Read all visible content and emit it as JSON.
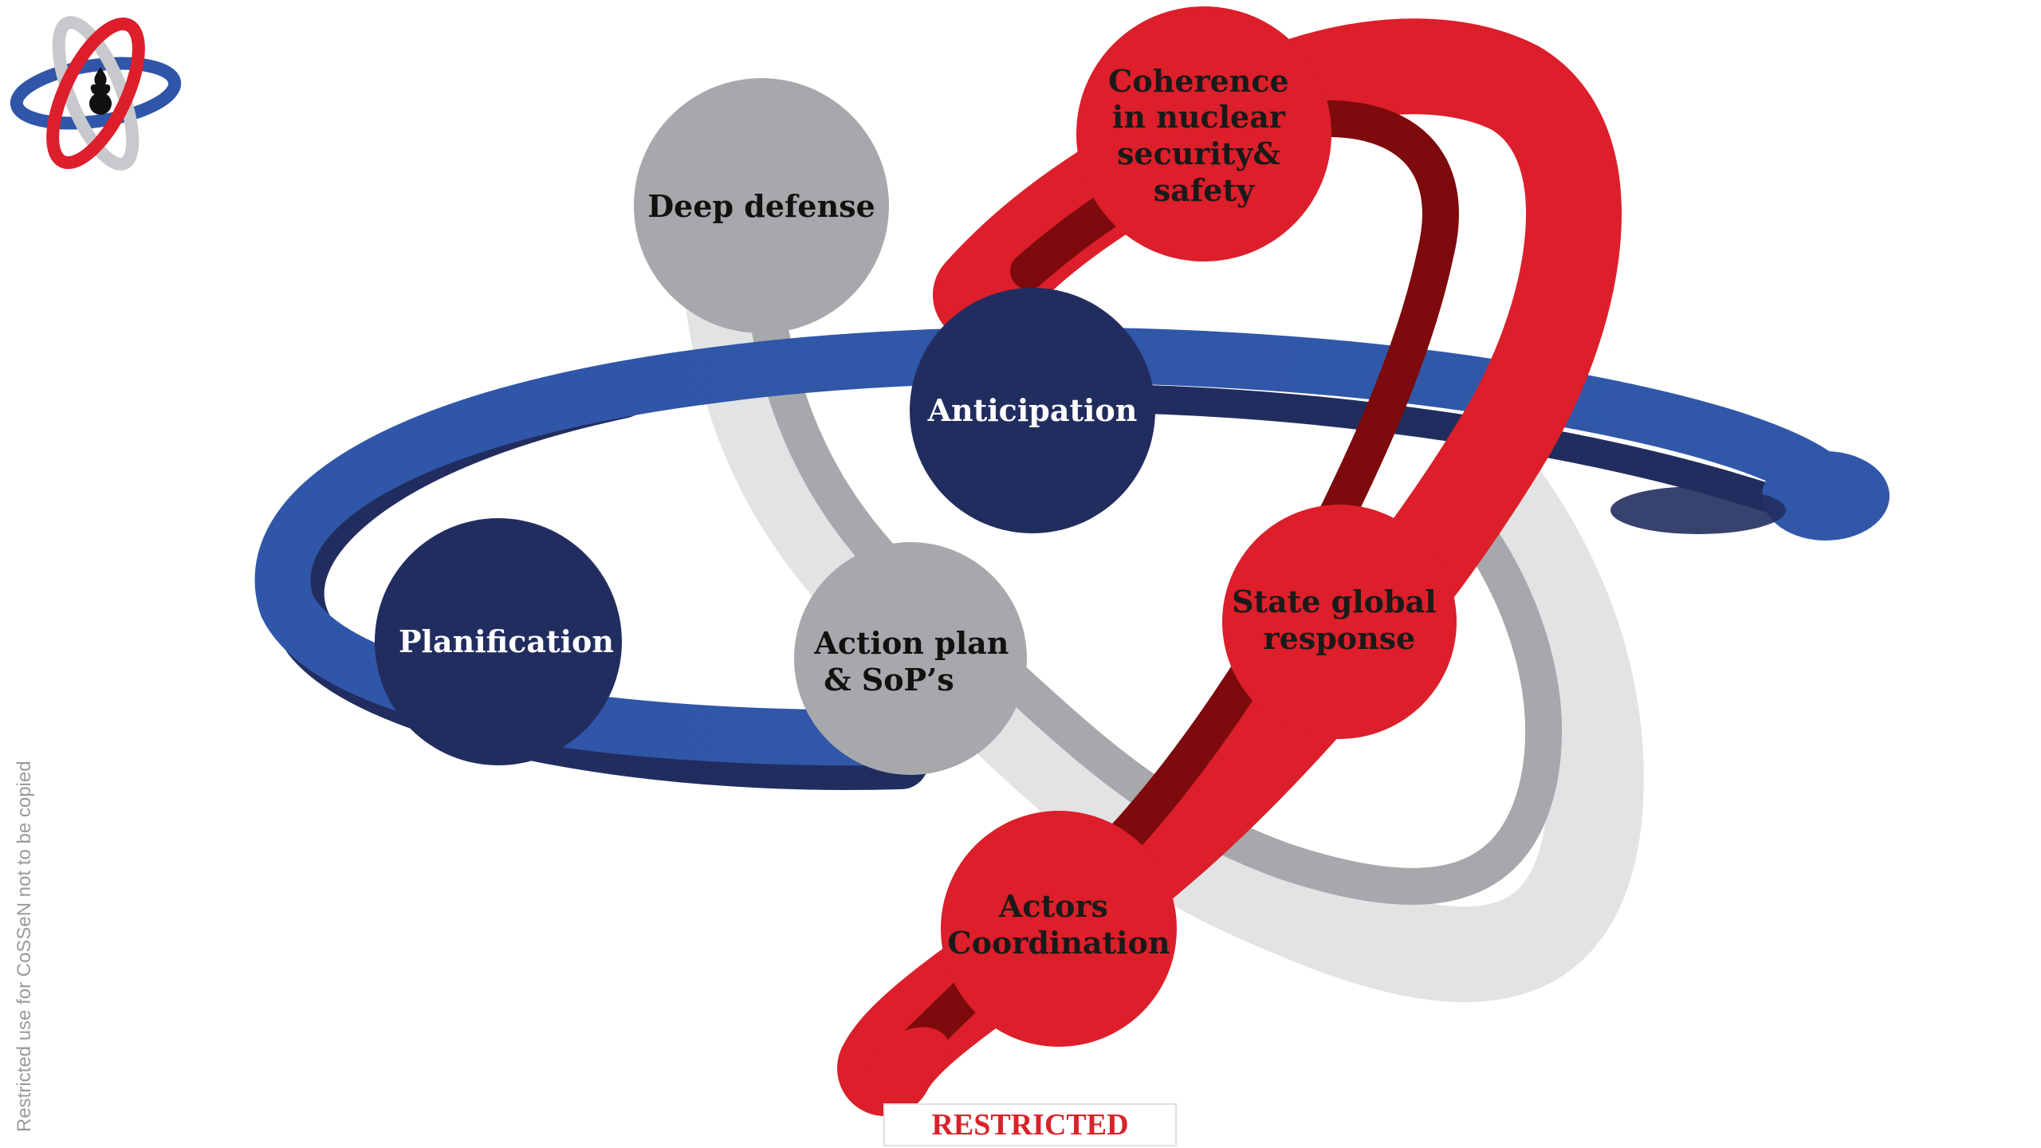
{
  "nodes": {
    "deep_defense": [
      "Deep defense"
    ],
    "coherence": [
      "Coherence",
      "in nuclear",
      "security&",
      "safety"
    ],
    "anticipation": [
      "Anticipation"
    ],
    "planification": [
      "Planification"
    ],
    "action_plan": [
      "Action plan",
      "& SoP’s"
    ],
    "state_global": [
      "State global",
      "response"
    ],
    "actors": [
      "Actors",
      "Coordination"
    ]
  },
  "side_note": "Restricted use for CoSSeN not to be copied",
  "footer_label": "RESTRICTED",
  "icons": {
    "logo": "atom-orbit-logo"
  },
  "colors": {
    "navy": "#222d5f",
    "blue": "#2f56a8",
    "gray": "#a7a8ab",
    "light_gray": "#e2e3e5",
    "red": "#dc1f2a",
    "dark_red": "#7d0a0c"
  }
}
